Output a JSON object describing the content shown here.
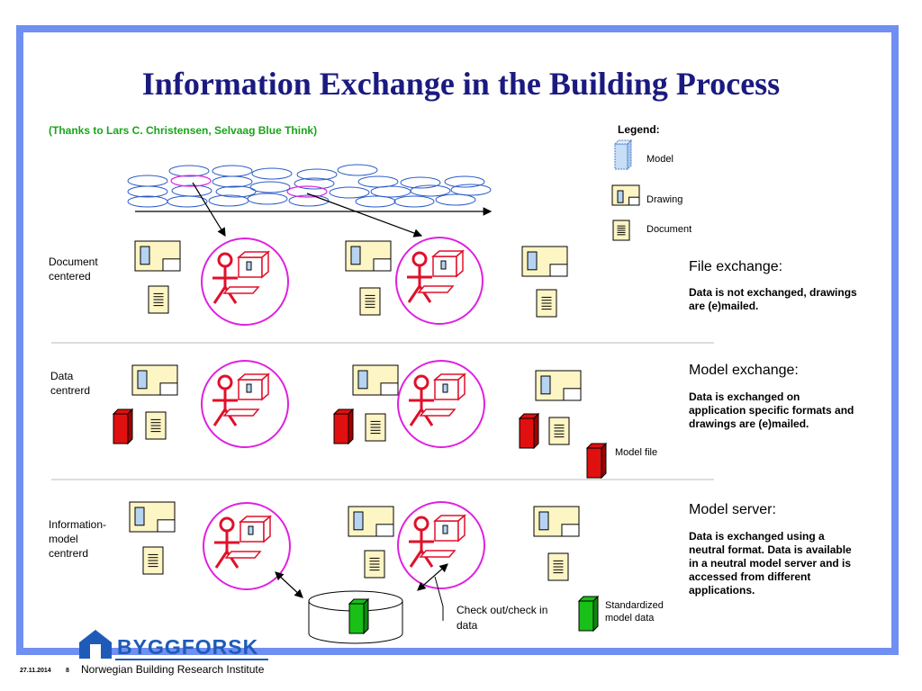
{
  "title": "Information Exchange in the Building Process",
  "credit": "(Thanks to Lars C. Christensen, Selvaag Blue Think)",
  "legend": {
    "heading": "Legend:",
    "items": [
      {
        "label": "Model",
        "icon": "model-icon"
      },
      {
        "label": "Drawing",
        "icon": "drawing-icon"
      },
      {
        "label": "Document",
        "icon": "document-icon"
      }
    ]
  },
  "rows": [
    {
      "label": "Document\ncentered",
      "heading": "File exchange:",
      "description": "Data is not exchanged, drawings are (e)mailed."
    },
    {
      "label": "Data\ncentrerd",
      "heading": "Model exchange:",
      "description": "Data is exchanged on application specific formats and drawings are (e)mailed."
    },
    {
      "label": "Information-\nmodel\ncentrerd",
      "heading": "Model server:",
      "description": "Data is exchanged using a neutral format. Data is available in a neutral model server and is accessed from different applications."
    }
  ],
  "annotations": {
    "model_file": "Model file",
    "check_out": "Check out/check in data",
    "standardized": "Standardized model data"
  },
  "footer": {
    "date": "27.11.2014",
    "page": "8",
    "logo_text": "BYGGFORSK",
    "institute": "Norwegian Building Research Institute"
  },
  "colors": {
    "frame": "#6f8ff2",
    "title": "#1a1a80",
    "credit": "#1aa51a",
    "circle": "#e020e0",
    "person": "#e0102a",
    "ellipse": "#2a5ac8",
    "model_file": "#e01010",
    "standard_model": "#18c018",
    "drawing_fill": "#fdf5c4"
  }
}
